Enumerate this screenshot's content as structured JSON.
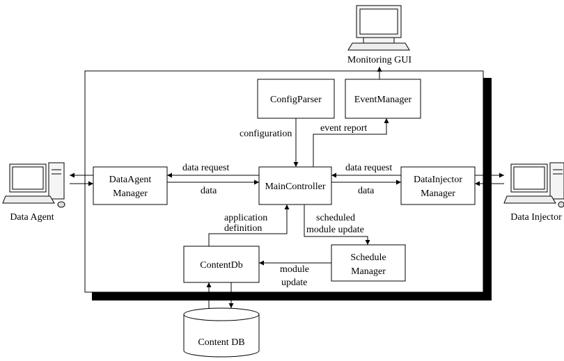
{
  "nodes": {
    "monitoring_gui": "Monitoring GUI",
    "config_parser": "ConfigParser",
    "event_manager": "EventManager",
    "data_agent_manager": [
      "DataAgent",
      "Manager"
    ],
    "main_controller": "MainController",
    "data_injector_manager": [
      "DataInjector",
      "Manager"
    ],
    "content_db_module": "ContentDb",
    "schedule_manager": [
      "Schedule",
      "Manager"
    ],
    "content_db_store": "Content DB",
    "data_agent": "Data Agent",
    "data_injector": "Data Injector"
  },
  "edges": {
    "configuration": "configuration",
    "event_report": "event report",
    "data_request_left": "data request",
    "data_left": "data",
    "data_request_right": "data request",
    "data_right": "data",
    "application_definition": [
      "application",
      "definition"
    ],
    "scheduled_module_update": [
      "scheduled",
      "module update"
    ],
    "module_update": [
      "module",
      "update"
    ]
  }
}
